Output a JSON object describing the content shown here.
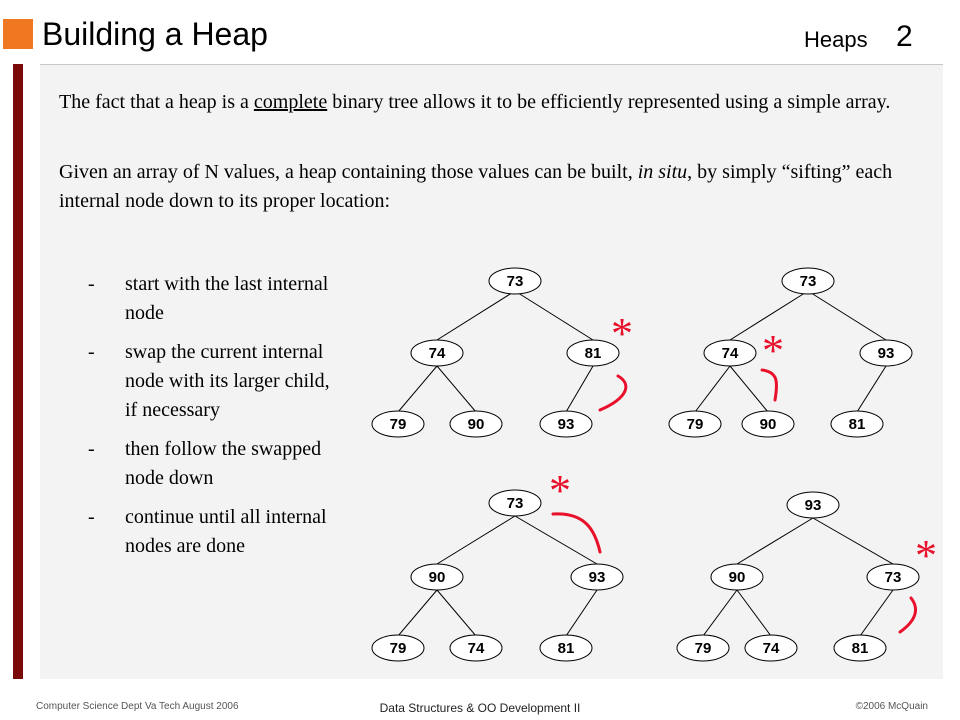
{
  "header": {
    "title": "Building a Heap",
    "topic": "Heaps",
    "page_number": "2"
  },
  "body": {
    "para1": {
      "before": "The fact that a heap is a ",
      "underlined": "complete",
      "after": " binary tree allows it to be efficiently represented using a simple array."
    },
    "para2": {
      "before": "Given an array of N values, a heap containing those values can be built, ",
      "italic": "in situ",
      "after": ", by simply “sifting” each internal node down to its proper location:"
    },
    "steps": [
      {
        "dash": "-",
        "text": "start with the last internal node"
      },
      {
        "dash": "-",
        "text": "swap the current internal node with its larger child, if necessary"
      },
      {
        "dash": "-",
        "text": "then follow the swapped node down"
      },
      {
        "dash": "-",
        "text": "continue until all internal nodes are done"
      }
    ]
  },
  "diagrams": [
    {
      "nodes": [
        "73",
        "74",
        "81",
        "79",
        "90",
        "93"
      ]
    },
    {
      "nodes": [
        "73",
        "74",
        "93",
        "79",
        "90",
        "81"
      ]
    },
    {
      "nodes": [
        "73",
        "90",
        "93",
        "79",
        "74",
        "81"
      ]
    },
    {
      "nodes": [
        "93",
        "90",
        "73",
        "79",
        "74",
        "81"
      ]
    }
  ],
  "annotations": {
    "marker": "*"
  },
  "footer": {
    "left": "Computer Science Dept Va Tech August 2006",
    "center": "Data Structures & OO Development II",
    "right": "©2006  McQuain"
  },
  "colors": {
    "accent_orange": "#f07820",
    "left_bar": "#7a0a0a",
    "panel_bg": "#f3f3f3",
    "annotation_red": "#e8102a"
  }
}
